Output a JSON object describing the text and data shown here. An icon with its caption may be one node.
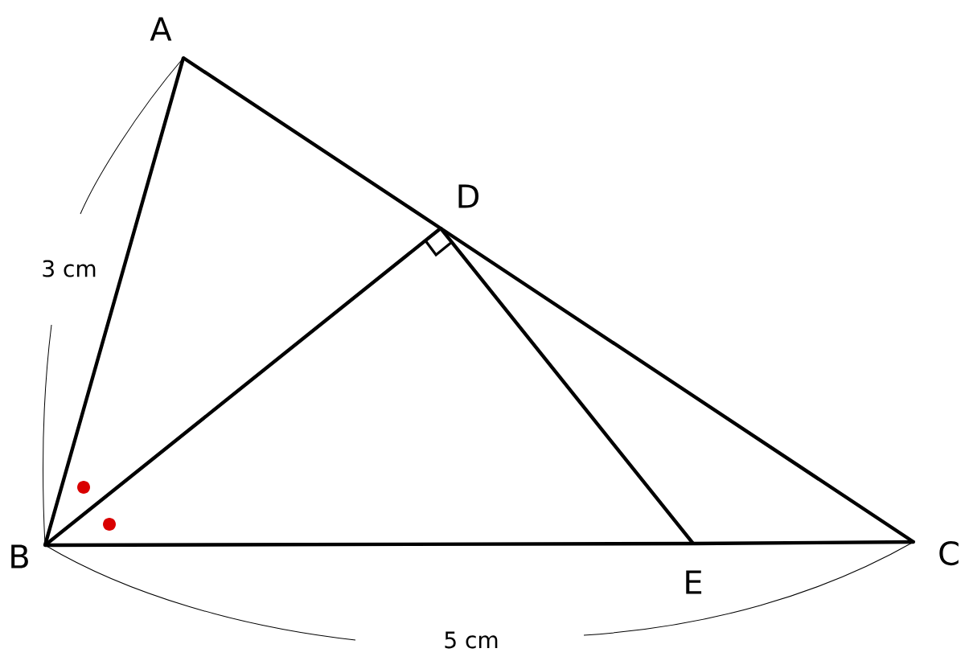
{
  "diagram": {
    "nodes": [
      {
        "text": [
          "A"
        ]
      },
      {
        "text": [
          "B"
        ]
      },
      {
        "text": [
          "C"
        ]
      },
      {
        "text": [
          "D"
        ]
      },
      {
        "text": [
          "E"
        ]
      }
    ],
    "edges": [
      {
        "from": 0,
        "to": 1,
        "arrow": "none"
      },
      {
        "from": 0,
        "to": 3,
        "arrow": "none"
      },
      {
        "from": 3,
        "to": 2,
        "arrow": "none"
      },
      {
        "from": 1,
        "to": 4,
        "arrow": "none"
      },
      {
        "from": 4,
        "to": 2,
        "arrow": "none"
      },
      {
        "from": 1,
        "to": 3,
        "arrow": "none"
      },
      {
        "from": 3,
        "to": 4,
        "arrow": "none"
      }
    ],
    "labels": [
      "3 cm",
      "5 cm"
    ]
  }
}
